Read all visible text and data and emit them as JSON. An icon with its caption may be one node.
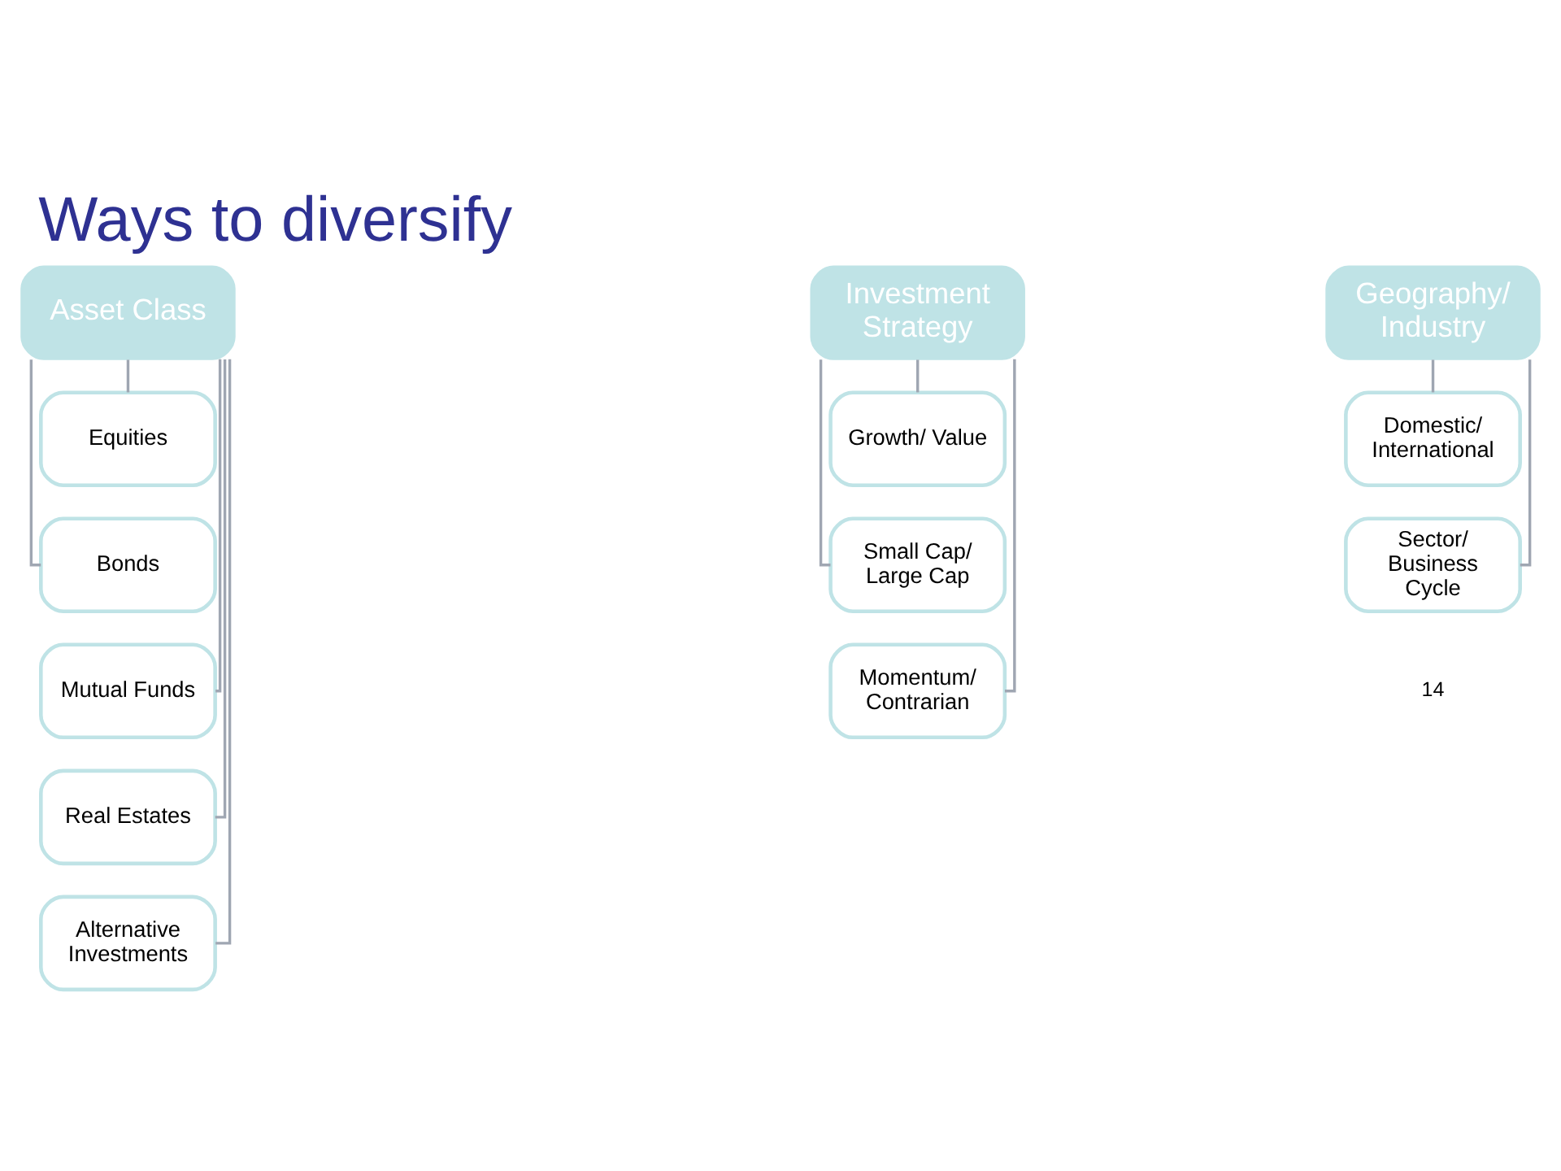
{
  "diagram": {
    "title": "Ways to diversify",
    "nodes": [
      {
        "text": [
          "Asset Class"
        ]
      },
      {
        "text": [
          "Equities"
        ]
      },
      {
        "text": [
          "Bonds"
        ]
      },
      {
        "text": [
          "Mutual Funds"
        ]
      },
      {
        "text": [
          "Real Estates"
        ]
      },
      {
        "text": [
          "Alternative Investments"
        ]
      },
      {
        "text": [
          "Investment Strategy"
        ]
      },
      {
        "text": [
          "Growth/ Value"
        ]
      },
      {
        "text": [
          "Small Cap/ Large Cap"
        ]
      },
      {
        "text": [
          "Momentum/ Contrarian"
        ]
      },
      {
        "text": [
          "Geography/ Industry"
        ]
      },
      {
        "text": [
          "Domestic/ International"
        ]
      },
      {
        "text": [
          "Sector/ Business Cycle"
        ]
      }
    ],
    "edges": [
      {
        "from": 0,
        "to": 1,
        "arrow": "none"
      },
      {
        "from": 0,
        "to": 2,
        "arrow": "none"
      },
      {
        "from": 0,
        "to": 3,
        "arrow": "none"
      },
      {
        "from": 0,
        "to": 4,
        "arrow": "none"
      },
      {
        "from": 0,
        "to": 5,
        "arrow": "none"
      },
      {
        "from": 6,
        "to": 7,
        "arrow": "none"
      },
      {
        "from": 6,
        "to": 8,
        "arrow": "none"
      },
      {
        "from": 6,
        "to": 9,
        "arrow": "none"
      },
      {
        "from": 10,
        "to": 11,
        "arrow": "none"
      },
      {
        "from": 10,
        "to": 12,
        "arrow": "none"
      }
    ],
    "labels": [
      "14"
    ]
  }
}
